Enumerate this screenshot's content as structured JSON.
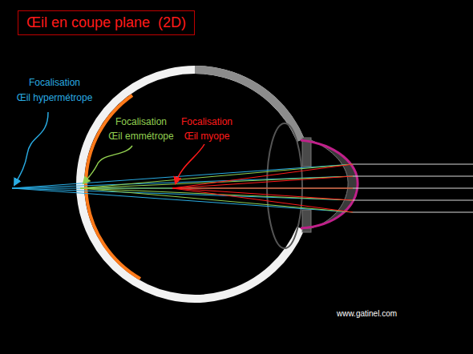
{
  "diagram": {
    "title": "Œil en coupe plane  (2D)",
    "labels": [
      "Focalisation",
      "Œil hypermétrope",
      "Focalisation",
      "Œil emmétrope",
      "Focalisation",
      "Œil myope",
      "www.gatinel.com"
    ]
  }
}
